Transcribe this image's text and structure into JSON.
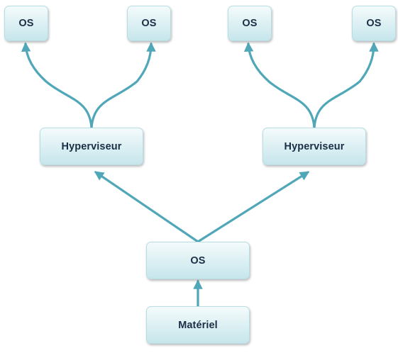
{
  "nodes": {
    "os_top_1": "OS",
    "os_top_2": "OS",
    "os_top_3": "OS",
    "os_top_4": "OS",
    "hypervisor_left": "Hyperviseur",
    "hypervisor_right": "Hyperviseur",
    "host_os": "OS",
    "hardware": "Matériel"
  },
  "colors": {
    "arrow": "#4fa7b8",
    "node_text": "#1a2f46",
    "node_border": "#b8dde3"
  }
}
